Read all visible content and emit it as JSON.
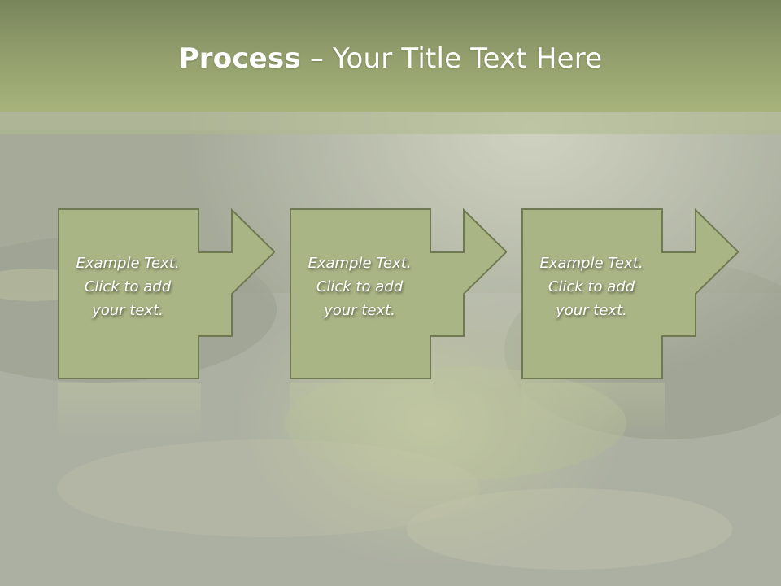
{
  "slide": {
    "title_bold": "Process",
    "title_rest": " – Your Title Text Here"
  },
  "steps": [
    {
      "lines": [
        "Example Text.",
        "Click  to add",
        "your text."
      ]
    },
    {
      "lines": [
        "Example Text.",
        "Click  to add",
        "your text."
      ]
    },
    {
      "lines": [
        "Example Text.",
        "Click  to add",
        "your text."
      ]
    }
  ],
  "colors": {
    "title_bar": "#95a16e",
    "box_fill": "#a9b586",
    "box_border": "#6f7a52",
    "text": "#ffffff"
  }
}
